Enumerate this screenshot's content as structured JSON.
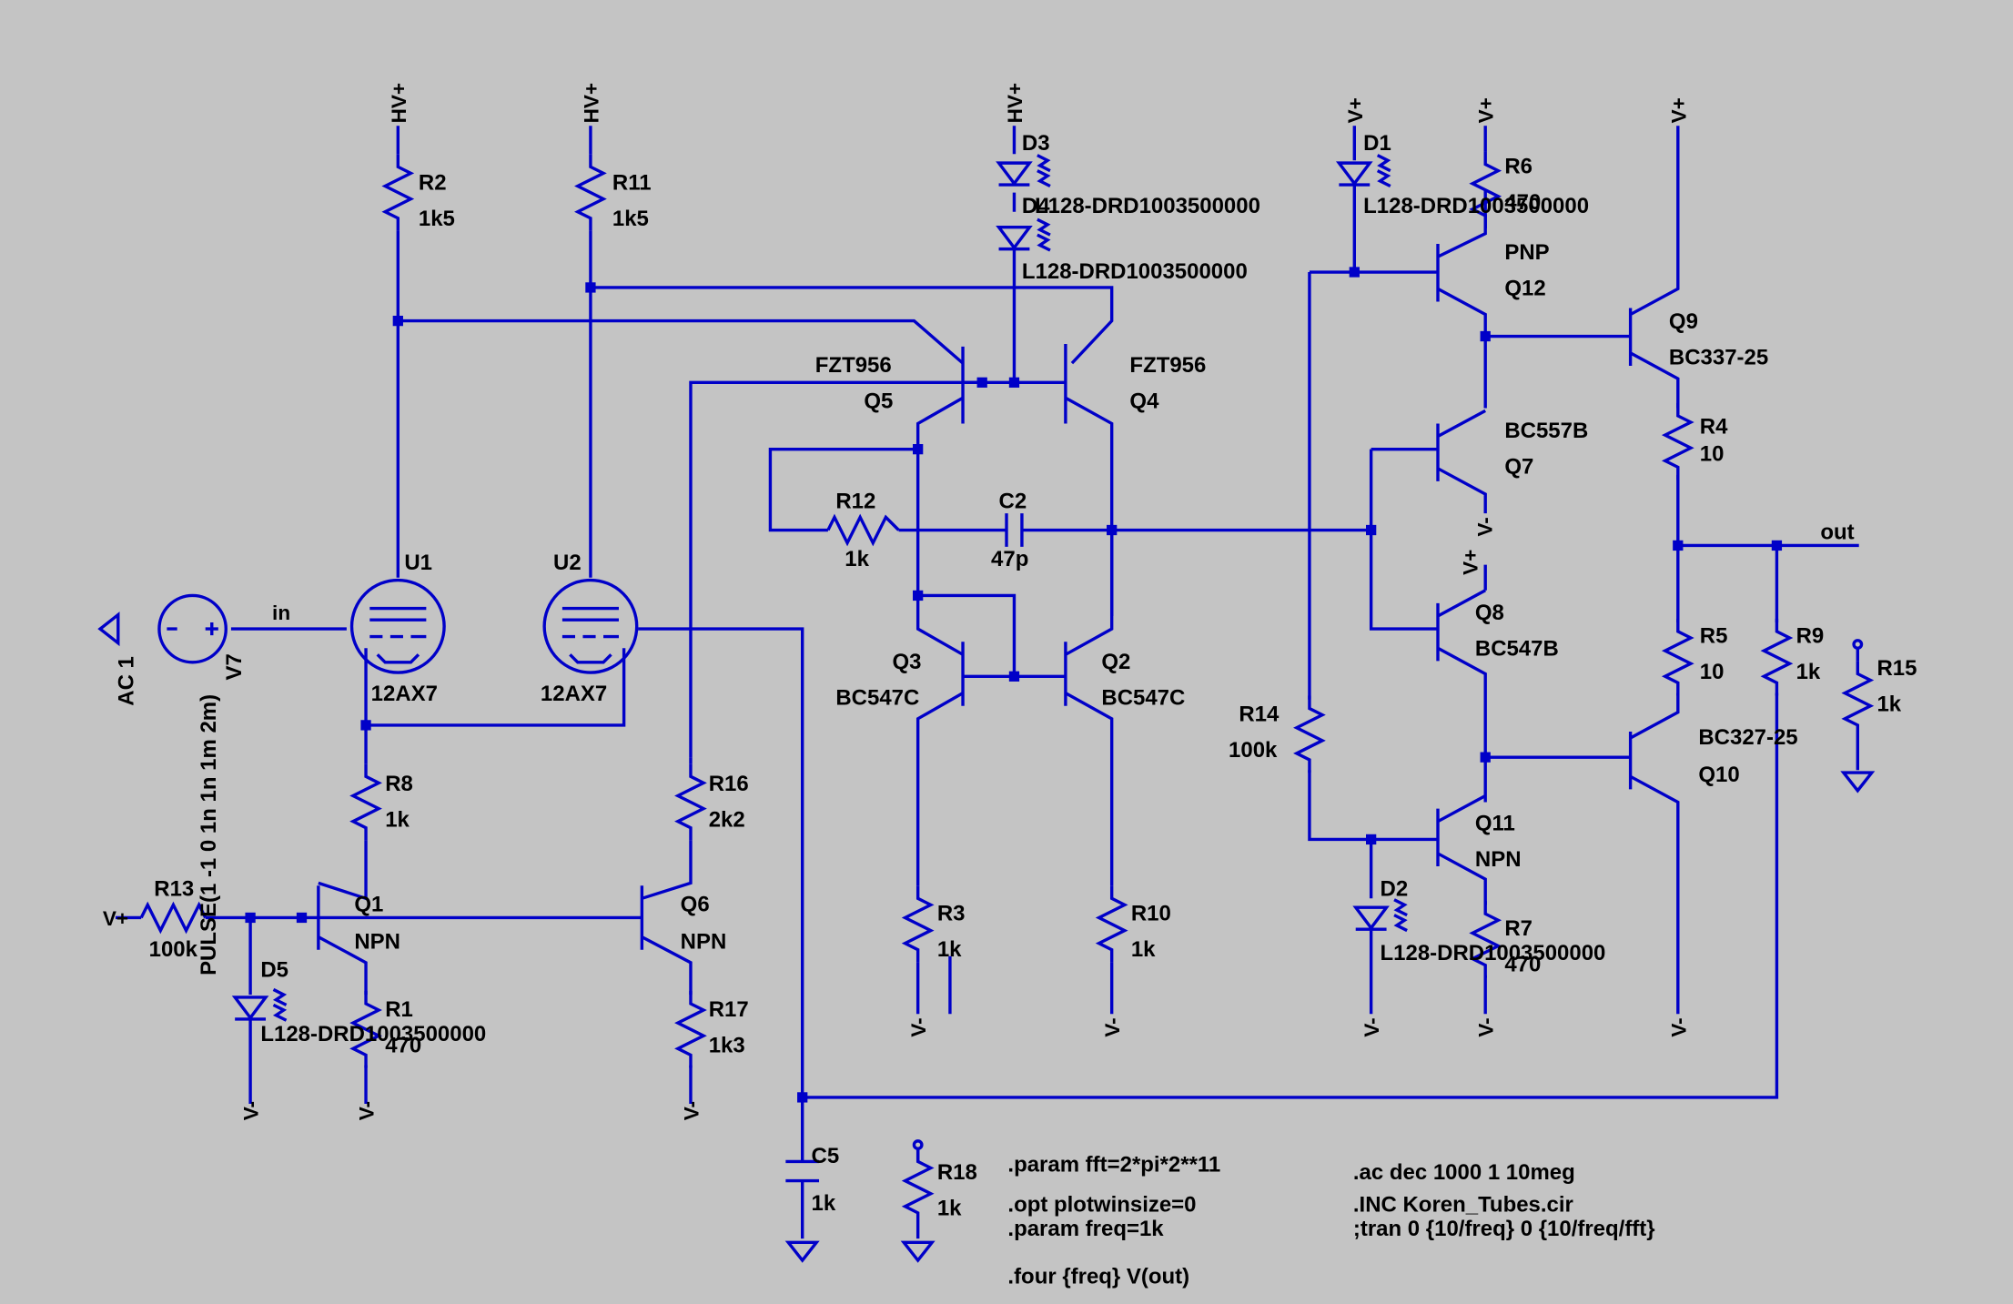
{
  "components": {
    "R2": {
      "ref": "R2",
      "value": "1k5"
    },
    "R11": {
      "ref": "R11",
      "value": "1k5"
    },
    "R12": {
      "ref": "R12",
      "value": "1k"
    },
    "C2": {
      "ref": "C2",
      "value": "47p"
    },
    "R6": {
      "ref": "R6",
      "value": "470"
    },
    "R4": {
      "ref": "R4",
      "value": "10"
    },
    "R5": {
      "ref": "R5",
      "value": "10"
    },
    "R9": {
      "ref": "R9",
      "value": "1k"
    },
    "R15": {
      "ref": "R15",
      "value": "1k"
    },
    "R14": {
      "ref": "R14",
      "value": "100k"
    },
    "R7": {
      "ref": "R7",
      "value": "470"
    },
    "R8": {
      "ref": "R8",
      "value": "1k"
    },
    "R16": {
      "ref": "R16",
      "value": "2k2"
    },
    "R13": {
      "ref": "R13",
      "value": "100k"
    },
    "R1": {
      "ref": "R1",
      "value": "470"
    },
    "R17": {
      "ref": "R17",
      "value": "1k3"
    },
    "R3": {
      "ref": "R3",
      "value": "1k"
    },
    "R10": {
      "ref": "R10",
      "value": "1k"
    },
    "C5": {
      "ref": "C5",
      "value": "1k"
    },
    "R18": {
      "ref": "R18",
      "value": "1k"
    },
    "D1": {
      "ref": "D1",
      "value": "L128-DRD1003500000"
    },
    "D2": {
      "ref": "D2",
      "value": "L128-DRD1003500000"
    },
    "D3": {
      "ref": "D3",
      "value": "L128-DRD1003500000"
    },
    "D4": {
      "ref": "D4",
      "value": "L128-DRD1003500000"
    },
    "D5": {
      "ref": "D5",
      "value": "L128-DRD1003500000"
    },
    "Q1": {
      "ref": "Q1",
      "value": "NPN"
    },
    "Q2": {
      "ref": "Q2",
      "value": "BC547C"
    },
    "Q3": {
      "ref": "Q3",
      "value": "BC547C"
    },
    "Q4": {
      "ref": "Q4",
      "value": "FZT956"
    },
    "Q5": {
      "ref": "Q5",
      "value": "FZT956"
    },
    "Q6": {
      "ref": "Q6",
      "value": "NPN"
    },
    "Q7": {
      "ref": "Q7",
      "value": "BC557B"
    },
    "Q8": {
      "ref": "Q8",
      "value": "BC547B"
    },
    "Q9": {
      "ref": "Q9",
      "value": "BC337-25"
    },
    "Q10": {
      "ref": "Q10",
      "value": "BC327-25"
    },
    "Q11": {
      "ref": "Q11",
      "value": "NPN"
    },
    "Q12": {
      "ref": "Q12",
      "value": "PNP"
    },
    "U1": {
      "ref": "U1",
      "value": "12AX7"
    },
    "U2": {
      "ref": "U2",
      "value": "12AX7"
    },
    "V7": {
      "ref": "V7",
      "value": "AC 1",
      "pulse": "PULSE(1 -1 0 1n 1n 1m 2m)"
    }
  },
  "nets": {
    "hv_plus": "HV+",
    "v_plus": "V+",
    "v_minus": "V-",
    "in": "in",
    "out": "out"
  },
  "directives": [
    ".param fft=2*pi*2**11",
    ".opt plotwinsize=0",
    ".param freq=1k",
    ".four {freq} V(out)",
    ".ac dec 1000 1 10meg",
    ".INC Koren_Tubes.cir",
    ";tran 0 {10/freq} 0 {10/freq/fft}"
  ],
  "colors": {
    "background": "#c4c4c4",
    "wire": "#0000c8",
    "text": "#000000"
  }
}
